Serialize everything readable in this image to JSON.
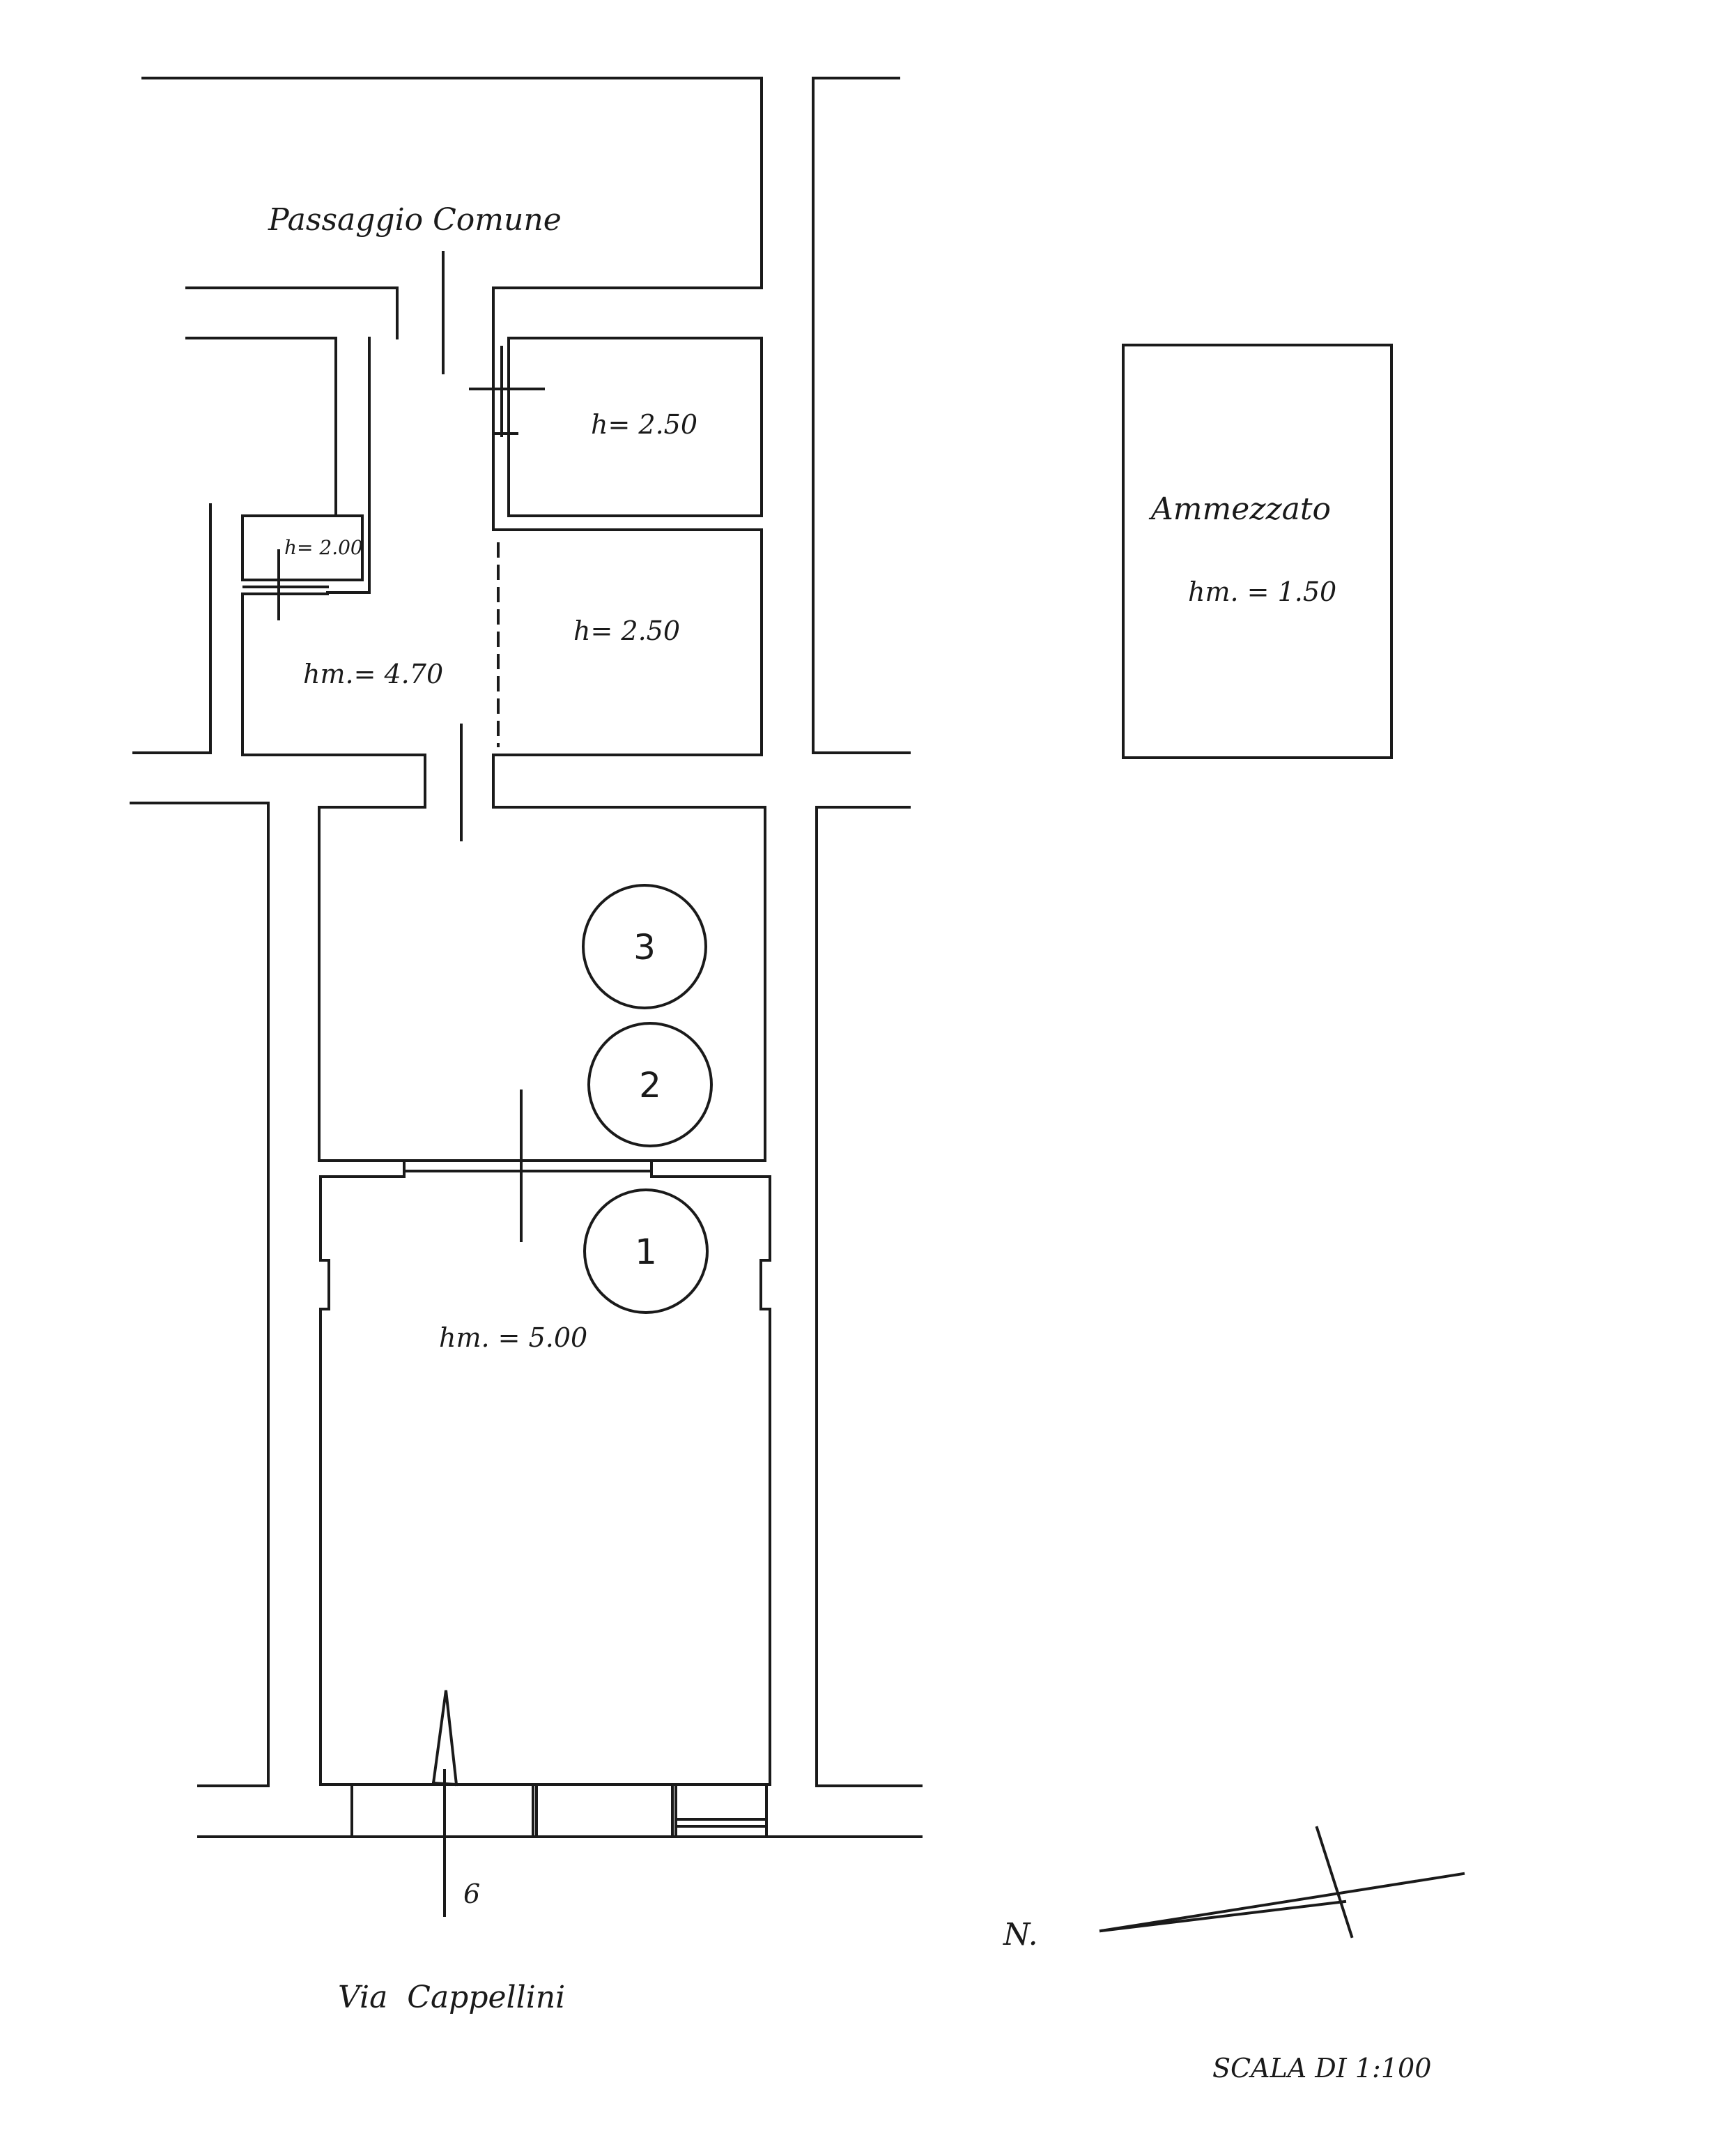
{
  "labels": {
    "passaggio": "Passaggio Comune",
    "room_top_right": "h= 2.50",
    "room_small": "h= 2.00",
    "room_mid_right": "h= 2.50",
    "room_left": "hm.= 4.70",
    "main_room": "hm. = 5.00",
    "mezzanine_title": "Ammezzato",
    "mezzanine_height": "hm. = 1.50",
    "street": "Via  Cappellini",
    "entrance_number": "6",
    "north": "N.",
    "scale": "SCALA DI 1:100"
  },
  "markers": [
    "1",
    "2",
    "3"
  ],
  "colors": {
    "ink": "#1a1a1a",
    "paper": "#ffffff"
  }
}
